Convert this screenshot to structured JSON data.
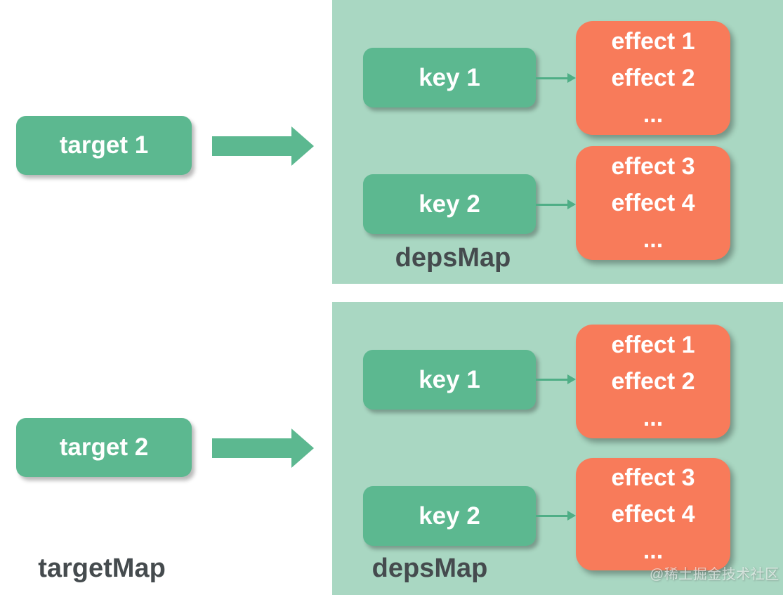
{
  "colors": {
    "box_green": "#5cb890",
    "container_green": "#a9d7c2",
    "effect_orange": "#f87b5a",
    "label_dark": "#454b4e",
    "box_text": "#ffffff",
    "page_background": "#ffffff"
  },
  "diagram": {
    "targetMap": {
      "label": "targetMap",
      "targets": [
        "target 1",
        "target 2"
      ]
    },
    "depsMaps": [
      {
        "label": "depsMap",
        "entries": [
          {
            "key": "key 1",
            "effects": [
              "effect 1",
              "effect 2",
              "..."
            ]
          },
          {
            "key": "key 2",
            "effects": [
              "effect 3",
              "effect 4",
              "..."
            ]
          }
        ]
      },
      {
        "label": "depsMap",
        "entries": [
          {
            "key": "key 1",
            "effects": [
              "effect 1",
              "effect 2",
              "..."
            ]
          },
          {
            "key": "key 2",
            "effects": [
              "effect 3",
              "effect 4",
              "..."
            ]
          }
        ]
      }
    ],
    "watermark": "@稀土掘金技术社区"
  }
}
